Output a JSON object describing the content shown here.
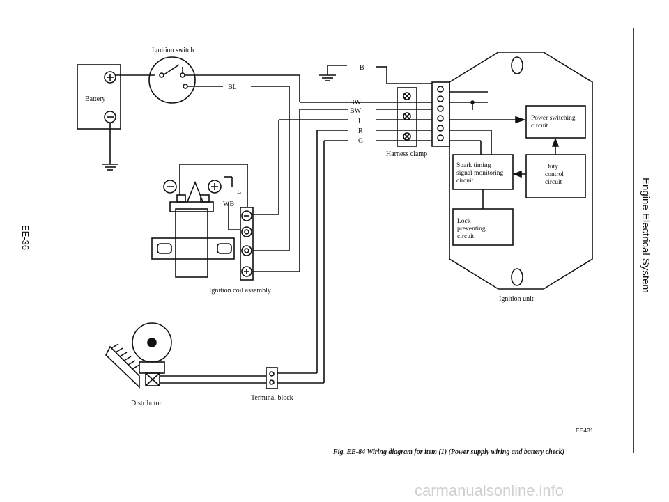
{
  "page_number": "EE-36",
  "section_title": "Engine Electrical System",
  "figure_code": "EE431",
  "caption": "Fig. EE-84  Wiring diagram for item (1) (Power supply wiring and battery check)",
  "watermark": "carmanualsonline.info",
  "labels": {
    "ignition_switch": "Ignition switch",
    "battery": "Battery",
    "ignition_coil_assembly": "Ignition coil assembly",
    "distributor": "Distributor",
    "terminal_block": "Terminal block",
    "harness_clamp": "Harness clamp",
    "ignition_unit": "Ignition unit",
    "coil_l": "L",
    "coil_wb": "WB"
  },
  "wires": {
    "bl": "BL",
    "b": "B",
    "bw1": "BW",
    "bw2": "BW",
    "l": "L",
    "r": "R",
    "g": "G"
  },
  "blocks": {
    "power_switching": [
      "Power switching",
      "circuit"
    ],
    "spark_timing": [
      "Spark timing",
      "signal monitoring",
      "circuit"
    ],
    "duty_control": [
      "Duty",
      "control",
      "circuit"
    ],
    "lock_preventing": [
      "Lock",
      "preventing",
      "circuit"
    ]
  }
}
